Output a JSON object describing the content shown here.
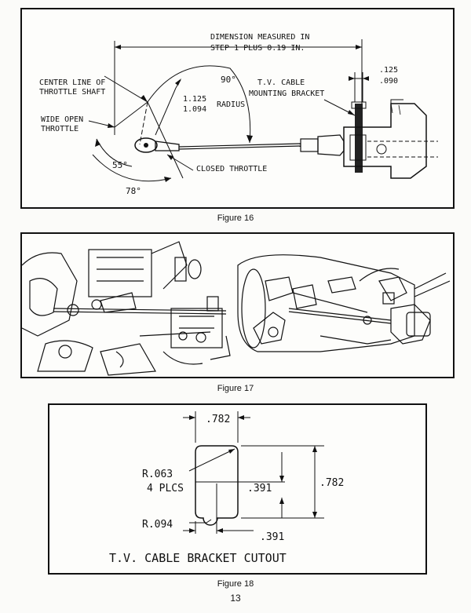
{
  "figure16": {
    "caption": "Figure 16",
    "dimension_note_line1": "DIMENSION MEASURED IN",
    "dimension_note_line2": "STEP 1 PLUS 0.19 IN.",
    "center_line_1": "CENTER LINE OF",
    "center_line_2": "THROTTLE SHAFT",
    "wide_open_1": "WIDE OPEN",
    "wide_open_2": "THROTTLE",
    "angle_90": "90°",
    "angle_55": "55°",
    "angle_78": "78°",
    "radius_max": "1.125",
    "radius_min": "1.094",
    "radius_label": "RADIUS",
    "bracket_1": "T.V. CABLE",
    "bracket_2": "MOUNTING BRACKET",
    "closed_throttle": "CLOSED THROTTLE",
    "gap_max": ".125",
    "gap_min": ".090"
  },
  "figure17": {
    "caption": "Figure 17"
  },
  "figure18": {
    "caption": "Figure 18",
    "top_dim": ".782",
    "right_dim": ".782",
    "half_dim": ".391",
    "bottom_dim": ".391",
    "corner_radius": "R.063",
    "corner_count": "4 PLCS",
    "notch_radius": "R.094",
    "title": "T.V. CABLE BRACKET CUTOUT"
  },
  "page_number": "13"
}
